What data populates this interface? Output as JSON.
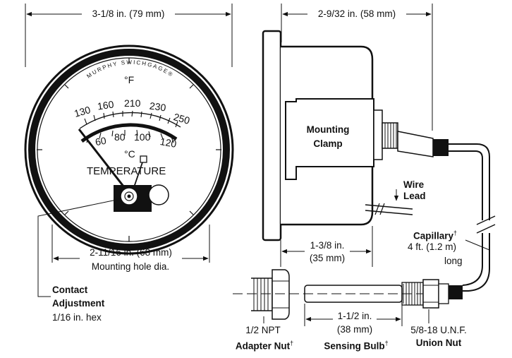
{
  "gauge_front": {
    "overall_width_label": "3-1/8 in. (79 mm)",
    "brand": "MURPHY  SWICHGAGE®",
    "unit_f": "°F",
    "unit_c": "°C",
    "word": "TEMPERATURE",
    "scale_f": [
      "130",
      "160",
      "210",
      "230",
      "250"
    ],
    "scale_c": [
      "60",
      "80",
      "100",
      "120"
    ],
    "mount_hole_label": "2-11/16 in. (68 mm)",
    "mount_hole_sub": "Mounting hole dia."
  },
  "contact_adjustment": {
    "title_line1": "Contact",
    "title_line2": "Adjustment",
    "detail": "1/16 in. hex"
  },
  "side_view": {
    "depth_label": "2-9/32 in. (58 mm)",
    "clamp_line1": "Mounting",
    "clamp_line2": "Clamp",
    "wire_line1": "Wire",
    "wire_line2": "Lead",
    "clamp_depth_line1": "1-3/8 in.",
    "clamp_depth_line2": "(35 mm)",
    "capillary_title": "Capillary",
    "capillary_mark": "†",
    "capillary_len": "4 ft. (1.2 m)",
    "capillary_sub": "long"
  },
  "bulb_assembly": {
    "adapter_line1": "1/2 NPT",
    "adapter_line2": "Adapter Nut",
    "adapter_mark": "†",
    "bulb_len_line1": "1-1/2 in.",
    "bulb_len_line2": "(38 mm)",
    "bulb_title": "Sensing Bulb",
    "bulb_mark": "†",
    "union_line1": "5/8-18 U.N.F.",
    "union_line2": "Union Nut"
  }
}
